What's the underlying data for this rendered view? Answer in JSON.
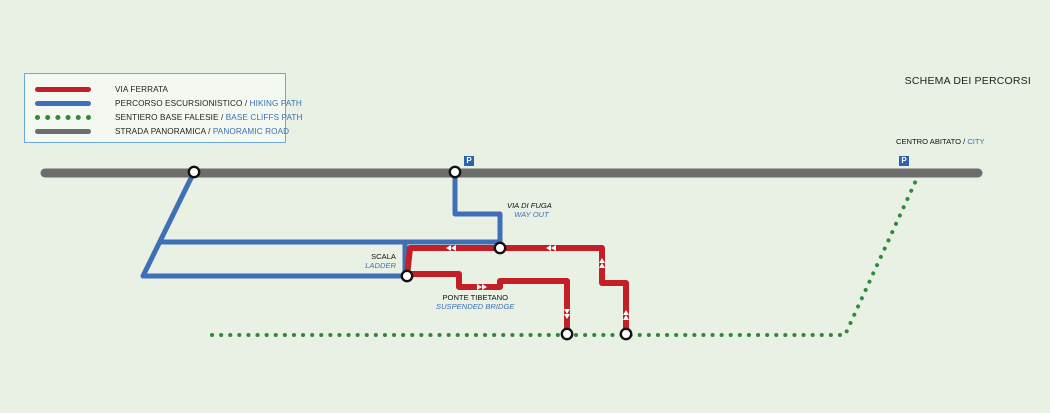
{
  "title": "SCHEMA DEI PERCORSI",
  "colors": {
    "background": "#e8f1e4",
    "via_ferrata": "#c41e26",
    "hiking": "#3f6fb6",
    "cliffs": "#2e8b3a",
    "road": "#6d6d6d",
    "english": "#3d6fb6",
    "parking": "#2b62b3"
  },
  "legend": [
    {
      "it": "VIA FERRATA",
      "en": "",
      "style": "solid",
      "color": "#c41e26"
    },
    {
      "it": "PERCORSO ESCURSIONISTICO",
      "en": "HIKING PATH",
      "style": "solid",
      "color": "#3f6fb6"
    },
    {
      "it": "SENTIERO BASE FALESIE",
      "en": "BASE CLIFFS PATH",
      "style": "dotted",
      "color": "#2e8b3a"
    },
    {
      "it": "STRADA PANORAMICA",
      "en": "PANORAMIC ROAD",
      "style": "solid",
      "color": "#6d6d6d"
    }
  ],
  "labels": {
    "centro_it": "CENTRO ABITATO",
    "centro_en": "CITY",
    "fuga_it": "VIA DI FUGA",
    "fuga_en": "WAY OUT",
    "scala_it": "SCALA",
    "scala_en": "LADDER",
    "ponte_it": "PONTE TIBETANO",
    "ponte_en": "SUSPENDED BRIDGE",
    "separator": " / "
  },
  "parking_symbol": "P",
  "icons": [
    "parking-icon",
    "junction-icon",
    "direction-arrow-icon"
  ]
}
